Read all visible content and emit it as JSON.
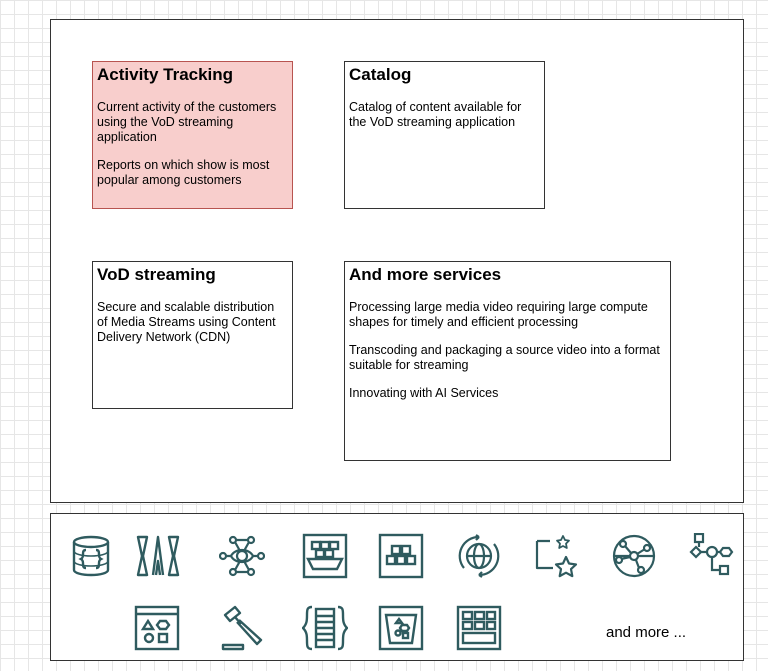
{
  "cards": [
    {
      "title": "Activity Tracking",
      "paragraphs": [
        "Current activity of the customers using the VoD streaming application",
        "Reports on which show is most popular among customers"
      ],
      "highlighted": true,
      "fill_color": "#f8cecc",
      "border_color": "#b85450"
    },
    {
      "title": "Catalog",
      "paragraphs": [
        "Catalog of content available for the VoD streaming application"
      ]
    },
    {
      "title": "VoD streaming",
      "paragraphs": [
        "Secure and scalable distribution of Media Streams using Content Delivery Network (CDN)"
      ]
    },
    {
      "title": "And more services",
      "paragraphs": [
        "Processing large media video requiring large compute shapes for timely and efficient processing",
        "Transcoding and packaging a source video into a format suitable for streaming",
        "Innovating with AI Services"
      ]
    }
  ],
  "icon_color": "#2f5b5f",
  "service_icons": [
    "json-database-icon",
    "api-gateway-icon",
    "ai-network-icon",
    "container-registry-icon",
    "compute-instances-icon",
    "global-edge-icon",
    "data-science-icon",
    "network-globe-icon",
    "workflow-icon",
    "shapes-catalog-icon",
    "governance-gavel-icon",
    "functions-icon",
    "object-storage-bucket-icon",
    "server-rack-icon"
  ],
  "and_more_label": "and more ..."
}
